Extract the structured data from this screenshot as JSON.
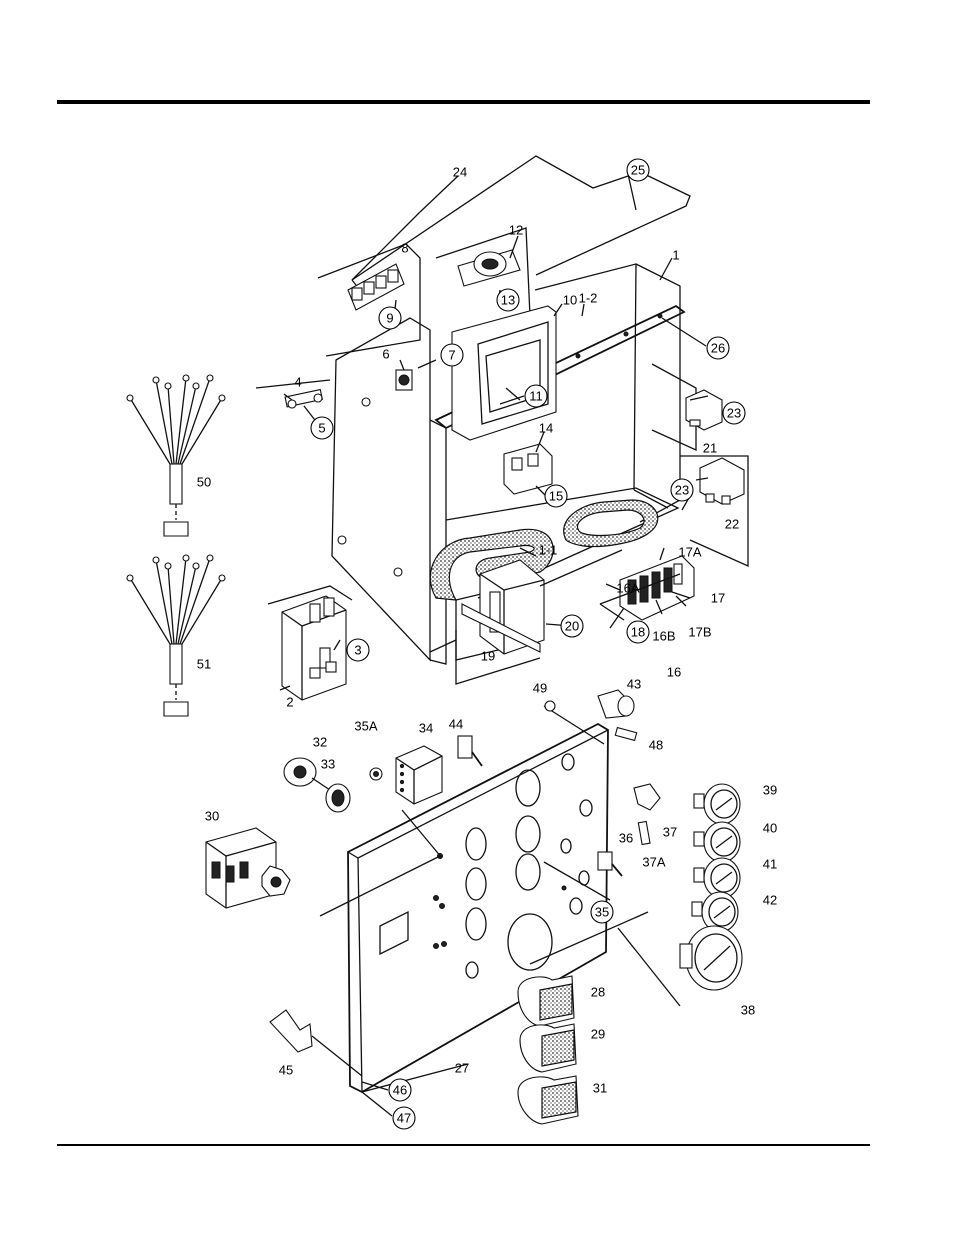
{
  "callouts": [
    {
      "id": "c1",
      "label": "1",
      "circled": false
    },
    {
      "id": "c1-1",
      "label": "1-1",
      "circled": false
    },
    {
      "id": "c1-2",
      "label": "1-2",
      "circled": false
    },
    {
      "id": "c2",
      "label": "2",
      "circled": false
    },
    {
      "id": "c3",
      "label": "3",
      "circled": true
    },
    {
      "id": "c4",
      "label": "4",
      "circled": false
    },
    {
      "id": "c5",
      "label": "5",
      "circled": true
    },
    {
      "id": "c6",
      "label": "6",
      "circled": false
    },
    {
      "id": "c7",
      "label": "7",
      "circled": true
    },
    {
      "id": "c8",
      "label": "8",
      "circled": false
    },
    {
      "id": "c9",
      "label": "9",
      "circled": true
    },
    {
      "id": "c10",
      "label": "10",
      "circled": false
    },
    {
      "id": "c11",
      "label": "11",
      "circled": true
    },
    {
      "id": "c12",
      "label": "12",
      "circled": false
    },
    {
      "id": "c13",
      "label": "13",
      "circled": true
    },
    {
      "id": "c14",
      "label": "14",
      "circled": false
    },
    {
      "id": "c15",
      "label": "15",
      "circled": true
    },
    {
      "id": "c16",
      "label": "16",
      "circled": false
    },
    {
      "id": "c16A",
      "label": "16A",
      "circled": false
    },
    {
      "id": "c16B",
      "label": "16B",
      "circled": false
    },
    {
      "id": "c17",
      "label": "17",
      "circled": false
    },
    {
      "id": "c17A",
      "label": "17A",
      "circled": false
    },
    {
      "id": "c17B",
      "label": "17B",
      "circled": false
    },
    {
      "id": "c18",
      "label": "18",
      "circled": true
    },
    {
      "id": "c19",
      "label": "19",
      "circled": false
    },
    {
      "id": "c20",
      "label": "20",
      "circled": true
    },
    {
      "id": "c21",
      "label": "21",
      "circled": false
    },
    {
      "id": "c22",
      "label": "22",
      "circled": false
    },
    {
      "id": "c23a",
      "label": "23",
      "circled": true
    },
    {
      "id": "c23b",
      "label": "23",
      "circled": true
    },
    {
      "id": "c24",
      "label": "24",
      "circled": false
    },
    {
      "id": "c25",
      "label": "25",
      "circled": true
    },
    {
      "id": "c26",
      "label": "26",
      "circled": true
    },
    {
      "id": "c27",
      "label": "27",
      "circled": false
    },
    {
      "id": "c28",
      "label": "28",
      "circled": false
    },
    {
      "id": "c29",
      "label": "29",
      "circled": false
    },
    {
      "id": "c30",
      "label": "30",
      "circled": false
    },
    {
      "id": "c31",
      "label": "31",
      "circled": false
    },
    {
      "id": "c32",
      "label": "32",
      "circled": false
    },
    {
      "id": "c33",
      "label": "33",
      "circled": false
    },
    {
      "id": "c34",
      "label": "34",
      "circled": false
    },
    {
      "id": "c35",
      "label": "35",
      "circled": true
    },
    {
      "id": "c35A",
      "label": "35A",
      "circled": false
    },
    {
      "id": "c36",
      "label": "36",
      "circled": false
    },
    {
      "id": "c37",
      "label": "37",
      "circled": false
    },
    {
      "id": "c37A",
      "label": "37A",
      "circled": false
    },
    {
      "id": "c38",
      "label": "38",
      "circled": false
    },
    {
      "id": "c39",
      "label": "39",
      "circled": false
    },
    {
      "id": "c40",
      "label": "40",
      "circled": false
    },
    {
      "id": "c41",
      "label": "41",
      "circled": false
    },
    {
      "id": "c42",
      "label": "42",
      "circled": false
    },
    {
      "id": "c43",
      "label": "43",
      "circled": false
    },
    {
      "id": "c44",
      "label": "44",
      "circled": false
    },
    {
      "id": "c45",
      "label": "45",
      "circled": false
    },
    {
      "id": "c46",
      "label": "46",
      "circled": true
    },
    {
      "id": "c47",
      "label": "47",
      "circled": true
    },
    {
      "id": "c48",
      "label": "48",
      "circled": false
    },
    {
      "id": "c49",
      "label": "49",
      "circled": false
    },
    {
      "id": "c50",
      "label": "50",
      "circled": false
    },
    {
      "id": "c51",
      "label": "51",
      "circled": false
    }
  ]
}
